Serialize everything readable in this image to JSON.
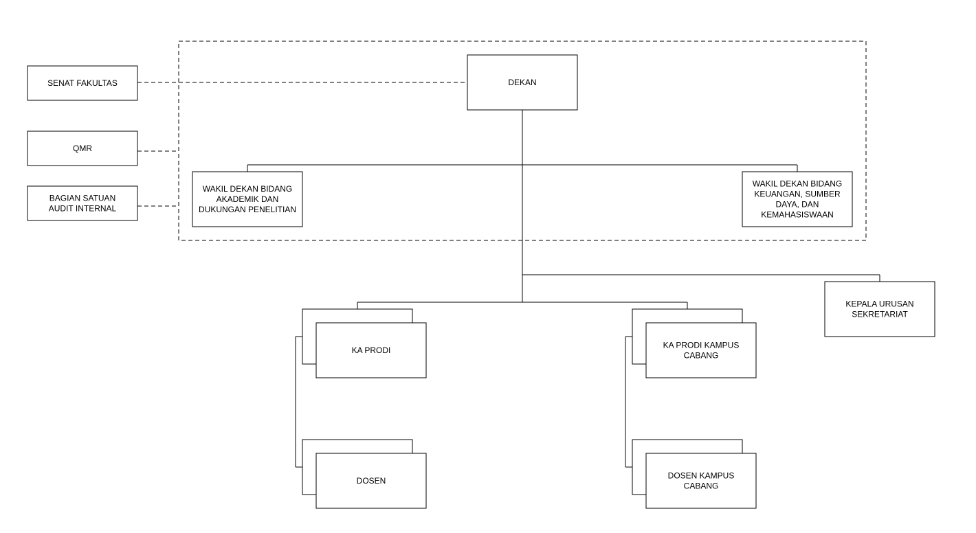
{
  "nodes": {
    "senat": {
      "lines": [
        "SENAT FAKULTAS"
      ]
    },
    "qmr": {
      "lines": [
        "QMR"
      ]
    },
    "audit": {
      "lines": [
        "BAGIAN SATUAN",
        "AUDIT INTERNAL"
      ]
    },
    "dekan": {
      "lines": [
        "DEKAN"
      ]
    },
    "wd_akademik": {
      "lines": [
        "WAKIL DEKAN BIDANG",
        "AKADEMIK DAN",
        "DUKUNGAN PENELITIAN"
      ]
    },
    "wd_keuangan": {
      "lines": [
        "WAKIL DEKAN BIDANG",
        "KEUANGAN, SUMBER",
        "DAYA, DAN",
        "KEMAHASISWAAN"
      ]
    },
    "kepala_urusan": {
      "lines": [
        "KEPALA URUSAN",
        "SEKRETARIAT"
      ]
    },
    "ka_prodi": {
      "lines": [
        "KA PRODI"
      ]
    },
    "dosen": {
      "lines": [
        "DOSEN"
      ]
    },
    "ka_prodi_cabang": {
      "lines": [
        "KA PRODI KAMPUS",
        "CABANG"
      ]
    },
    "dosen_cabang": {
      "lines": [
        "DOSEN KAMPUS",
        "CABANG"
      ]
    }
  }
}
